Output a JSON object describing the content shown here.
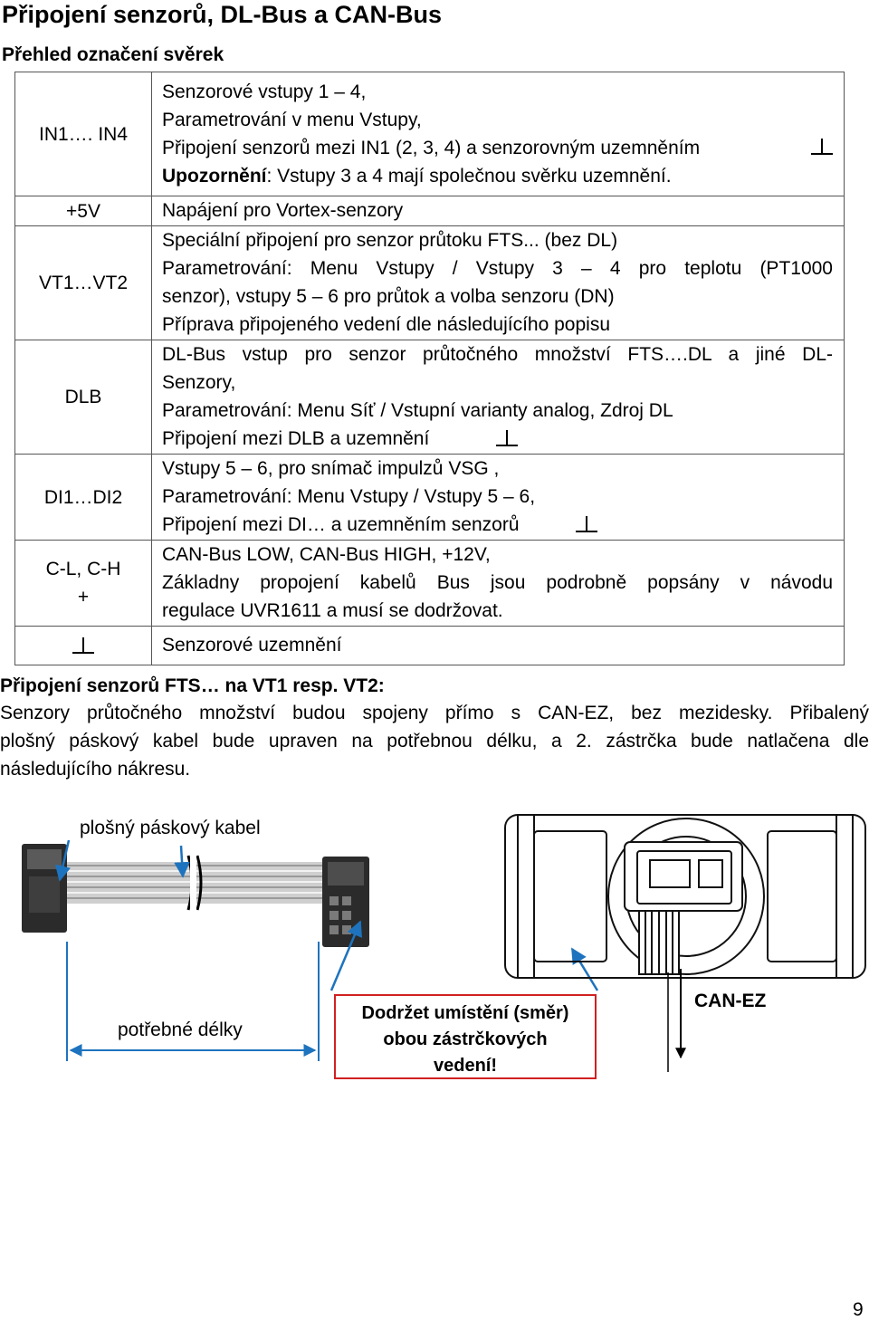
{
  "title": "Připojení senzorů, DL-Bus a CAN-Bus",
  "overview_heading": "Přehled označení svěrek",
  "terminal_table": {
    "rows": [
      {
        "label": "IN1…. IN4",
        "lines": [
          "Senzorové vstupy 1 – 4,",
          "Parametrování v menu Vstupy,",
          "Připojení senzorů mezi IN1 (2, 3, 4) a senzorovným uzemněním"
        ],
        "warning_bold": "Upozornění",
        "warning_rest": ": Vstupy 3 a 4 mají společnou svěrku uzemnění."
      },
      {
        "label": "+5V",
        "lines": [
          "Napájení pro Vortex-senzory"
        ]
      },
      {
        "label": "VT1…VT2",
        "lines": [
          "Speciální připojení pro senzor průtoku FTS... (bez DL)",
          "Parametrování: Menu Vstupy / Vstupy 3 – 4 pro teplotu (PT1000",
          "senzor), vstupy 5 – 6 pro průtok a volba senzoru (DN)",
          "Příprava připojeného vedení dle následujícího popisu"
        ]
      },
      {
        "label": "DLB",
        "lines": [
          "DL-Bus vstup pro senzor průtočného množství FTS….DL a jiné DL-",
          "Senzory,",
          "Parametrování: Menu Síť / Vstupní varianty analog, Zdroj DL",
          "Připojení mezi DLB a uzemnění"
        ]
      },
      {
        "label": "DI1…DI2",
        "lines": [
          "Vstupy 5 – 6,  pro snímač impulzů VSG ,",
          "Parametrování: Menu Vstupy / Vstupy 5 – 6,",
          "Připojení mezi DI… a uzemněním senzorů"
        ]
      },
      {
        "label_line1": "C-L, C-H",
        "label_line2": "+",
        "lines": [
          "CAN-Bus LOW, CAN-Bus HIGH, +12V,",
          "Základny propojení kabelů Bus jsou podrobně popsány v návodu",
          "regulace UVR1611 a musí se dodržovat."
        ]
      },
      {
        "lines": [
          "Senzorové uzemnění"
        ]
      }
    ]
  },
  "fts_section": {
    "heading": "Připojení senzorů FTS… na VT1 resp. VT2:",
    "lines": [
      "Senzory průtočného množství budou spojeny přímo s CAN-EZ, bez mezidesky. Přibalený",
      "plošný páskový kabel bude upraven na potřebnou délku, a 2. zástrčka bude natlačena dle",
      "následujícího nákresu."
    ]
  },
  "figure": {
    "label_cable": "plošný páskový kabel",
    "label_length": "potřebné délky",
    "warning_box": [
      "Dodržet umístění (směr)",
      "obou zástrčkových",
      "vedení!"
    ],
    "label_can_ez": "CAN-EZ",
    "accent_arrow_color": "#1e73be",
    "accent_box_color": "#d12020"
  },
  "page_number": "9"
}
